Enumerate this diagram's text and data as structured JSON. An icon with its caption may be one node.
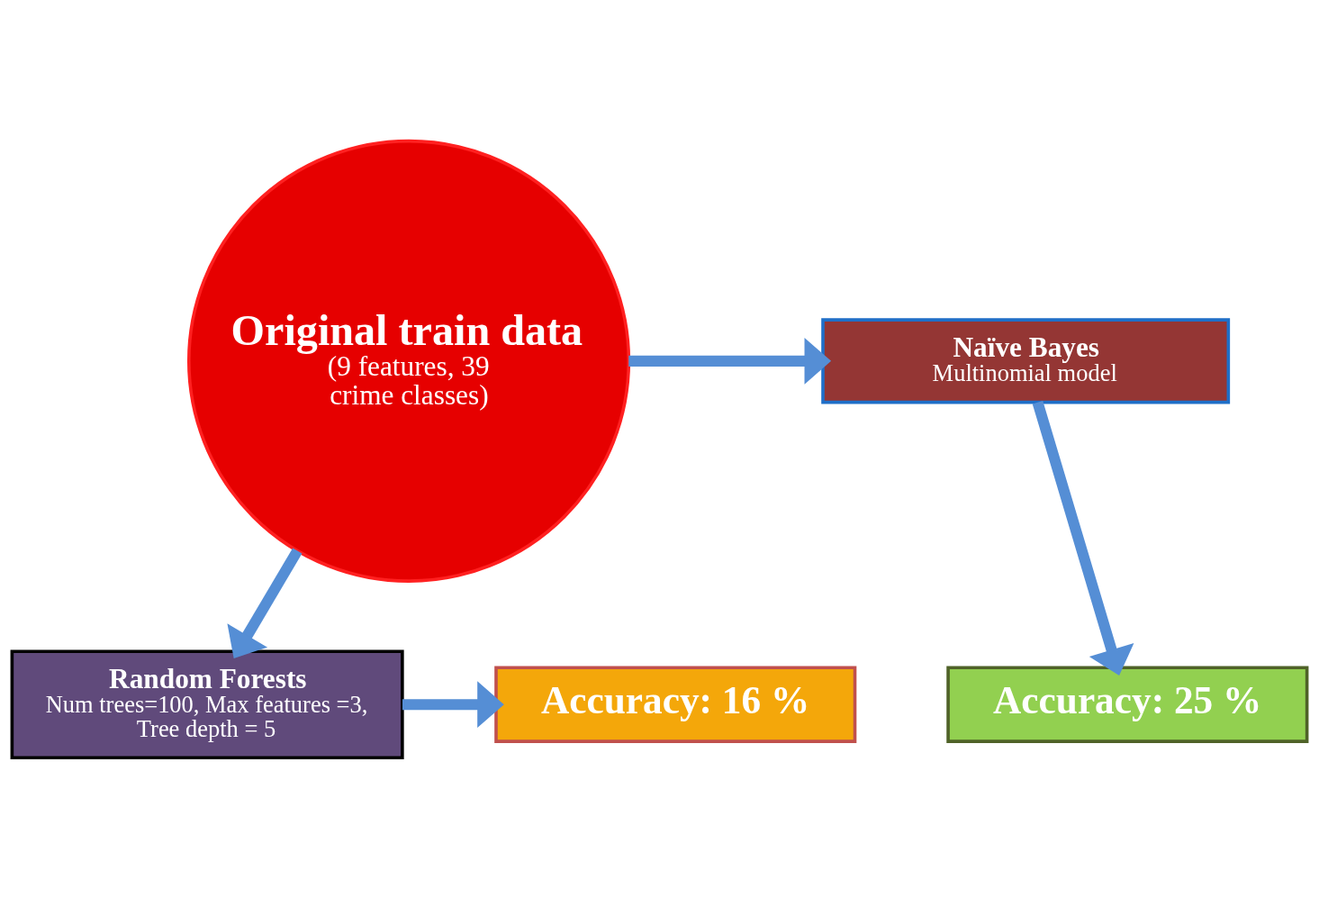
{
  "diagram": {
    "nodes": [
      {
        "text": [
          "Original train data",
          "(9 features, 39 crime classes)"
        ]
      },
      {
        "text": [
          "Naïve Bayes",
          "Multinomial model"
        ]
      },
      {
        "text": [
          "Accuracy: 25 %"
        ]
      },
      {
        "text": [
          "Random Forests",
          "Num trees=100, Max features =3, Tree depth = 5"
        ]
      },
      {
        "text": [
          "Accuracy: 16 %"
        ]
      }
    ],
    "edges": [
      {
        "from": 0,
        "to": 1,
        "arrow": "to"
      },
      {
        "from": 1,
        "to": 2,
        "arrow": "to"
      },
      {
        "from": 0,
        "to": 3,
        "arrow": "to"
      },
      {
        "from": 3,
        "to": 4,
        "arrow": "to"
      }
    ]
  }
}
